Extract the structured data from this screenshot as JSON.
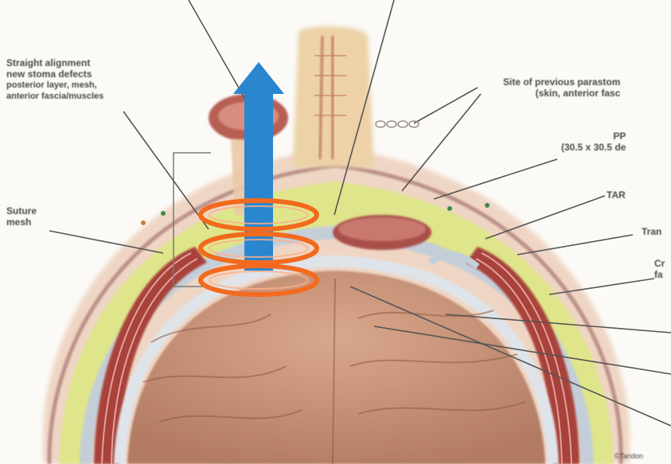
{
  "labels": {
    "top_left": [
      "Straight alignment",
      "new stoma defects",
      "posterior layer, mesh,",
      "anterior fascia/muscles"
    ],
    "left": [
      "Suture",
      "mesh"
    ],
    "right_top": [
      "Site of previous parastom",
      "(skin, anterior fasc"
    ],
    "mesh": [
      "PP",
      "(30.5 x 30.5 de"
    ],
    "tar": "TAR",
    "trans": "Tran",
    "c_lbl": [
      "Cr",
      "fa"
    ],
    "signature": "©Tandon"
  },
  "colors": {
    "arrow": "#2a86cf",
    "rings": "#f36a1e",
    "fat": "#dfe58a",
    "muscle": "#b0473f",
    "bowel": "#c98e73",
    "skin": "#f1dccc"
  }
}
